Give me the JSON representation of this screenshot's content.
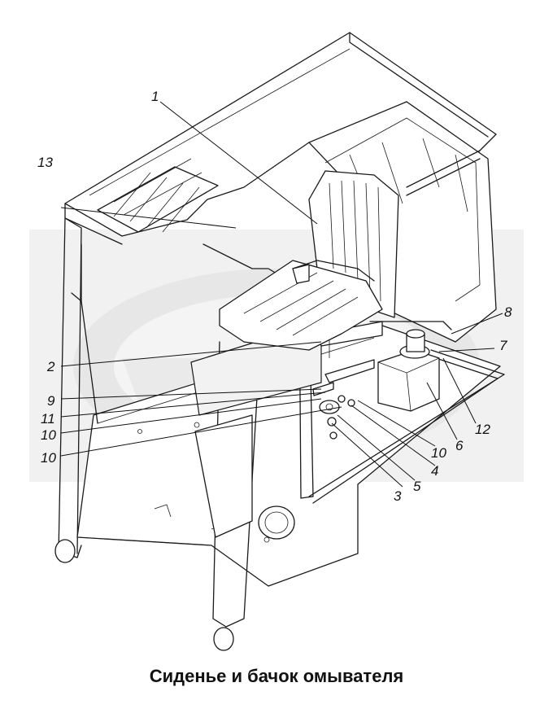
{
  "caption": "Сиденье и бачок омывателя",
  "callouts": [
    "1",
    "2",
    "3",
    "4",
    "5",
    "6",
    "7",
    "8",
    "9",
    "10",
    "11",
    "12",
    "13",
    "10",
    "10"
  ],
  "colors": {
    "line": "#1a1a1a",
    "watermark": "#d9d9d9",
    "background": "#ffffff"
  }
}
